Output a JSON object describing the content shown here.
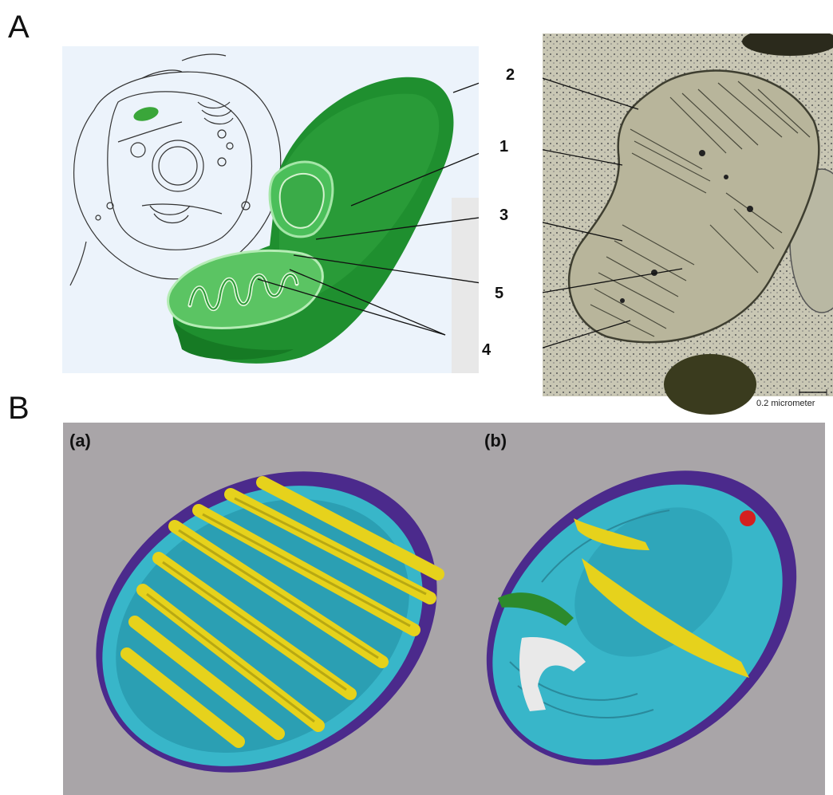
{
  "panel_a": {
    "letter": "A",
    "callouts": [
      "2",
      "1",
      "3",
      "5",
      "4"
    ],
    "micrograph_scale": "0.2 micrometer"
  },
  "panel_b": {
    "letter": "B",
    "left_label": "(a)",
    "right_label": "(b)"
  },
  "colors": {
    "mito_green": "#1f8f2f",
    "cristae_yellow": "#e6d21c",
    "matrix_cyan": "#38b6c9",
    "outer_purple": "#4b2a8c",
    "render_bg": "#a9a5a8",
    "micrograph_bg": "#c9c7b4"
  }
}
